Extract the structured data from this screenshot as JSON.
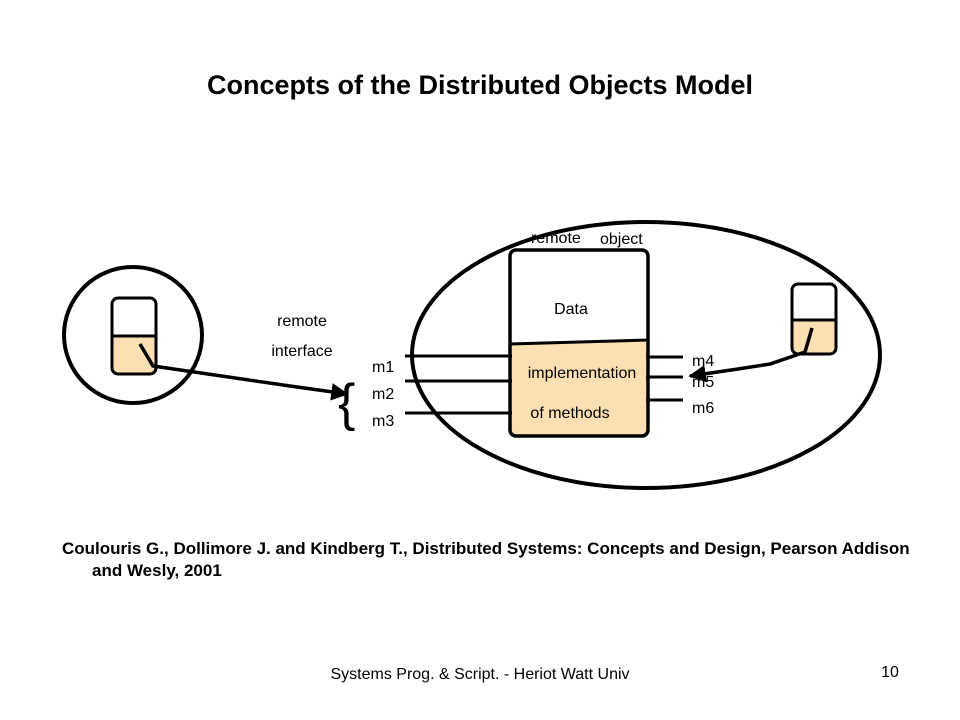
{
  "slide": {
    "title": "Concepts of the Distributed Objects Model",
    "citation": "Coulouris G., Dollimore J. and Kindberg T., Distributed Systems: Concepts and Design, Pearson Addison and Wesly, 2001",
    "footer": "Systems Prog. & Script. - Heriot Watt Univ",
    "page_number": "10"
  },
  "diagram": {
    "remote_object_label_1": "remote",
    "remote_object_label_2": "object",
    "data_label": "Data",
    "implementation_label": "implementation",
    "methods_label": "of methods",
    "remote_interface_label_1": "remote",
    "remote_interface_label_2": "interface",
    "brace": "{",
    "interface_methods": [
      "m1",
      "m2",
      "m3"
    ],
    "other_methods": [
      "m4",
      "m5",
      "m6"
    ],
    "colors": {
      "fill": "#FCE0B4",
      "stroke": "#000000"
    }
  }
}
